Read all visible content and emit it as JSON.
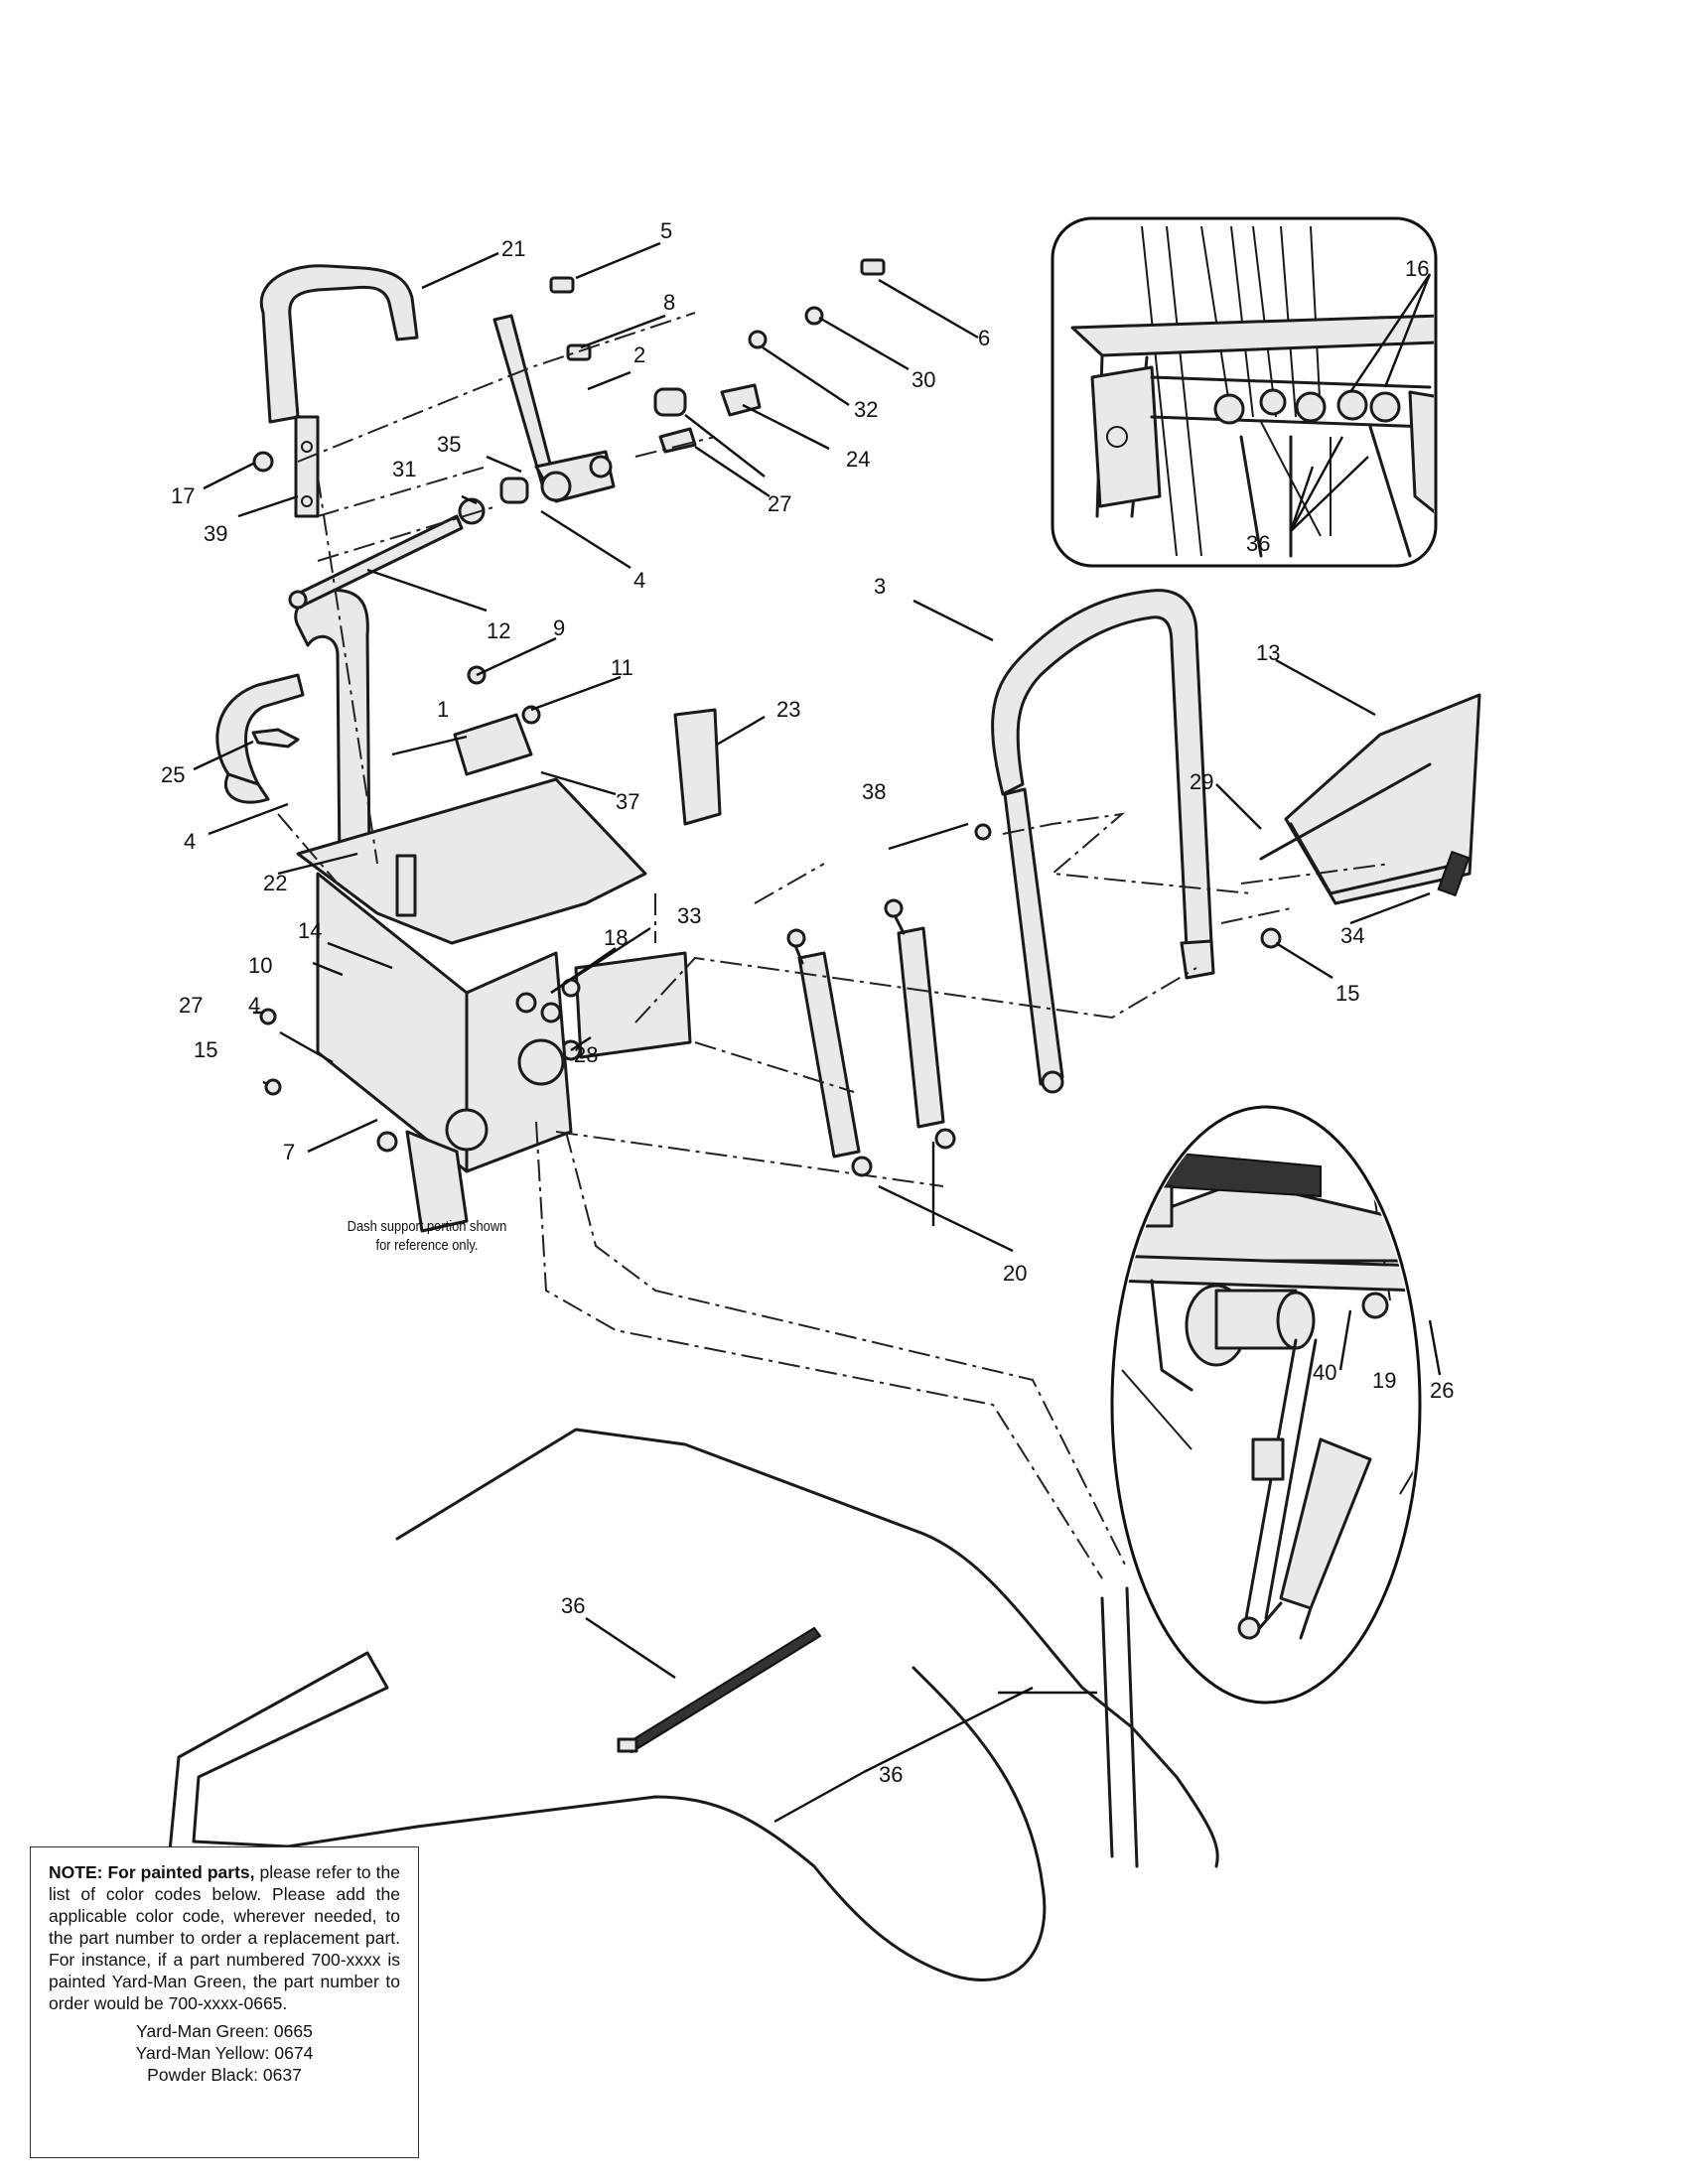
{
  "callouts": [
    "21",
    "5",
    "8",
    "6",
    "2",
    "30",
    "32",
    "24",
    "35",
    "27",
    "4",
    "31",
    "17",
    "39",
    "12",
    "9",
    "11",
    "1",
    "37",
    "23",
    "25",
    "4",
    "22",
    "14",
    "10",
    "27",
    "4",
    "15",
    "7",
    "33",
    "18",
    "28",
    "20",
    "38",
    "3",
    "13",
    "29",
    "34",
    "15",
    "16",
    "36",
    "40",
    "19",
    "26",
    "36"
  ],
  "dash_note": {
    "line1": "Dash support portion shown",
    "line2": "for reference only."
  },
  "note": {
    "label": "NOTE: For painted parts,",
    "body": " please refer to the list of color codes below. Please add the applicable color code, wherever needed, to the part number to order a replacement part. For instance, if a part numbered 700-xxxx is painted Yard-Man Green, the part number to order would be 700-xxxx-0665.",
    "color_codes": [
      "Yard-Man Green: 0665",
      "Yard-Man Yellow: 0674",
      "Powder Black: 0637"
    ]
  }
}
